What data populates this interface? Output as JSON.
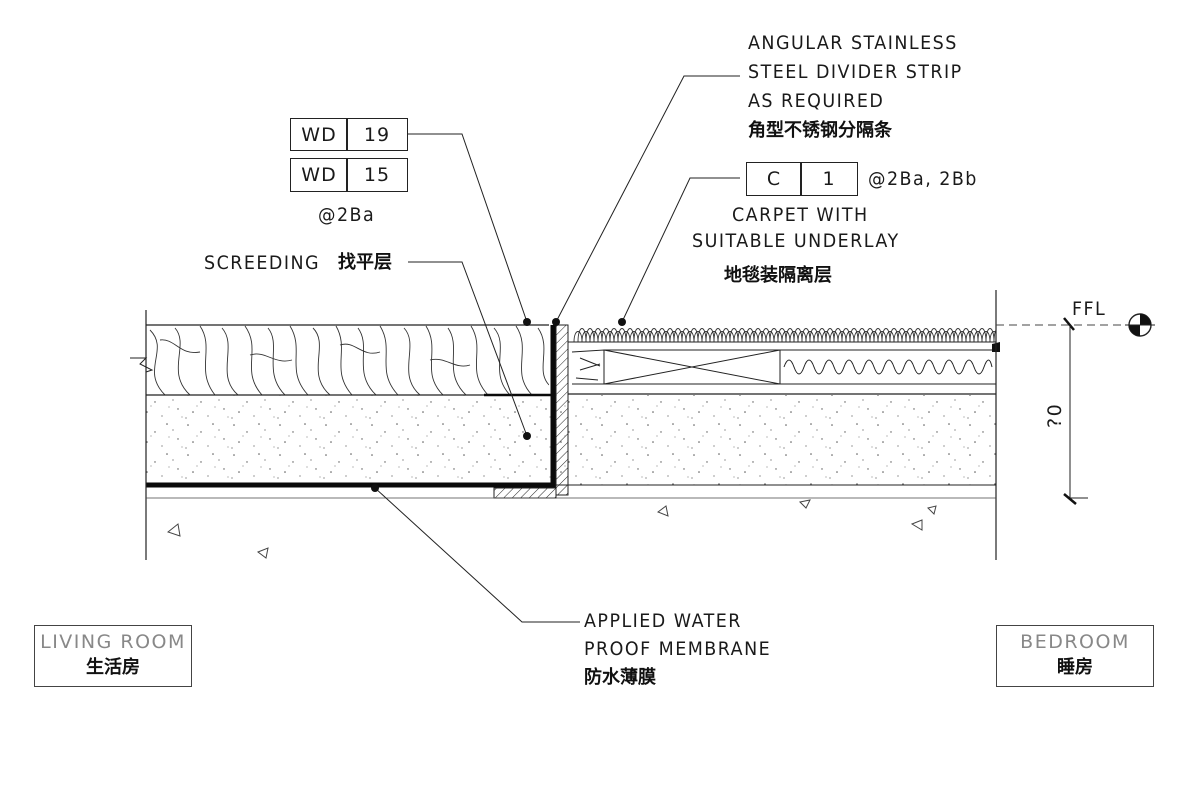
{
  "labels": {
    "angular_strip": [
      "ANGULAR STAINLESS",
      "STEEL DIVIDER STRIP",
      "AS REQUIRED"
    ],
    "angular_strip_cn": "角型不锈钢分隔条",
    "tag_wd19": {
      "code": "WD",
      "num": "19"
    },
    "tag_wd15": {
      "code": "WD",
      "num": "15"
    },
    "wd_ref": "@2Ba",
    "tag_c1": {
      "code": "C",
      "num": "1"
    },
    "c1_ref": "@2Ba, 2Bb",
    "carpet": [
      "CARPET WITH",
      "SUITABLE UNDERLAY"
    ],
    "carpet_cn": "地毯装隔离层",
    "screeding": "SCREEDING",
    "screeding_cn": "找平层",
    "membrane": [
      "APPLIED WATER",
      "PROOF MEMBRANE"
    ],
    "membrane_cn": "防水薄膜",
    "ffl": "FFL",
    "dimension": "?0"
  },
  "rooms": {
    "living": {
      "en": "LIVING ROOM",
      "cn": "生活房"
    },
    "bedroom": {
      "en": "BEDROOM",
      "cn": "睡房"
    }
  },
  "colors": {
    "line": "#1a1a1a",
    "membrane": "#0a0a0a",
    "room_label_grey": "#888888"
  }
}
